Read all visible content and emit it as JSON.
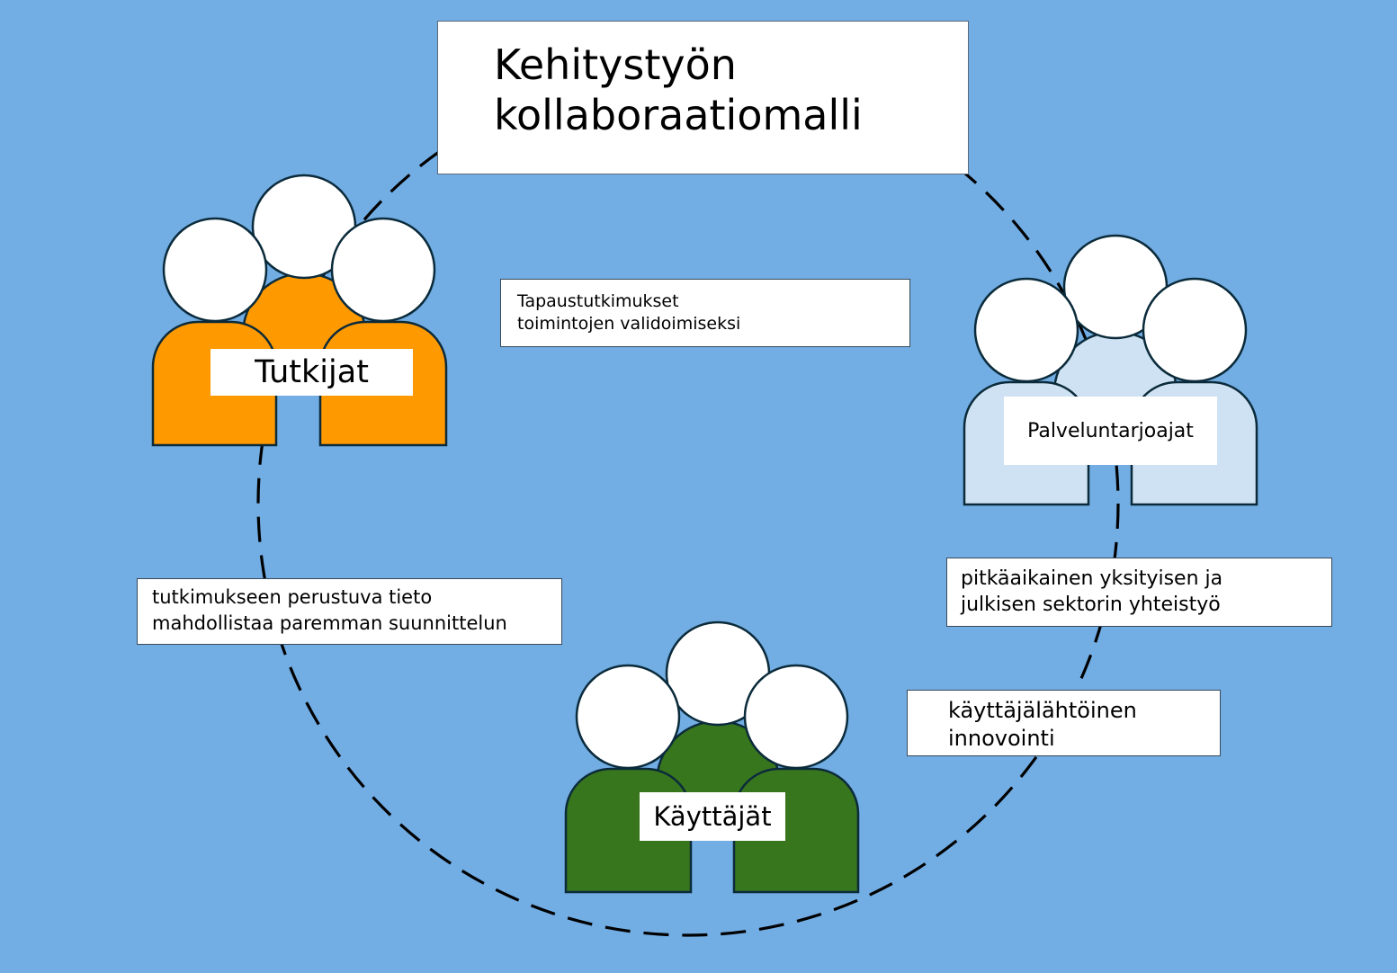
{
  "title": {
    "line1": "Kehitystyön",
    "line2": "kollaboraatiomalli"
  },
  "groups": [
    {
      "label": "Tutkijat",
      "body_color": "#ff9900",
      "icon": "people-group-icon"
    },
    {
      "label": "Palveluntarjoajat",
      "body_color": "#cfe2f3",
      "icon": "people-group-icon"
    },
    {
      "label": "Käyttäjät",
      "body_color": "#38761d",
      "icon": "people-group-icon"
    }
  ],
  "notes": [
    {
      "line1": "Tapaustutkimukset",
      "line2": "toimintojen validoimiseksi"
    },
    {
      "line1": "tutkimukseen perustuva tieto",
      "line2": "mahdollistaa paremman suunnittelun"
    },
    {
      "line1": "pitkäaikainen yksityisen ja",
      "line2": "julkisen sektorin yhteistyö"
    },
    {
      "line1": "käyttäjälähtöinen",
      "line2": "innovointi"
    }
  ],
  "colors": {
    "background": "#72ade3",
    "head_fill": "#ffffff",
    "outline": "#0b2b3b",
    "cycle_stroke": "#000000"
  }
}
